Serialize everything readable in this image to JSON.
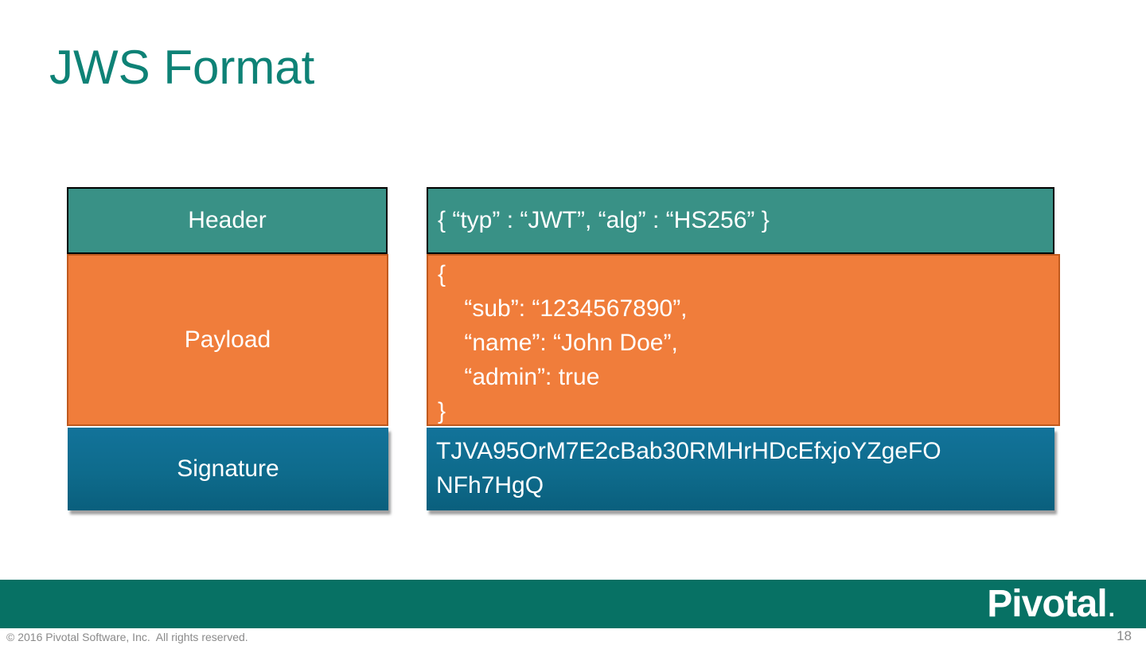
{
  "slide": {
    "title": "JWS Format",
    "page_number": "18",
    "copyright": "© 2016 Pivotal Software, Inc.  All rights reserved."
  },
  "footer_bar": {
    "logo_text": "Pivotal",
    "logo_mark": "."
  },
  "diagram": {
    "header": {
      "label": "Header",
      "content": "{ “typ” : “JWT”, “alg” : “HS256” }"
    },
    "payload": {
      "label": "Payload",
      "content_lines": [
        "{",
        "    “sub”: “1234567890”,",
        "    “name”: “John Doe”,",
        "    “admin”: true",
        "}"
      ]
    },
    "signature": {
      "label": "Signature",
      "content_lines": [
        "TJVA95OrM7E2cBab30RMHrHDcEfxjoYZgeFO",
        "NFh7HgQ"
      ]
    }
  },
  "colors": {
    "title_text": "#0E8276",
    "header_fill": "#399186",
    "header_border": "#000000",
    "payload_fill": "#F07D3B",
    "payload_border": "#C05A1E",
    "signature_fill_top": "#12739A",
    "signature_fill_bottom": "#0A5F7D",
    "footer_bar_fill": "#077164",
    "footer_text": "#8A8A8A",
    "box_text": "#FFFFFF"
  }
}
